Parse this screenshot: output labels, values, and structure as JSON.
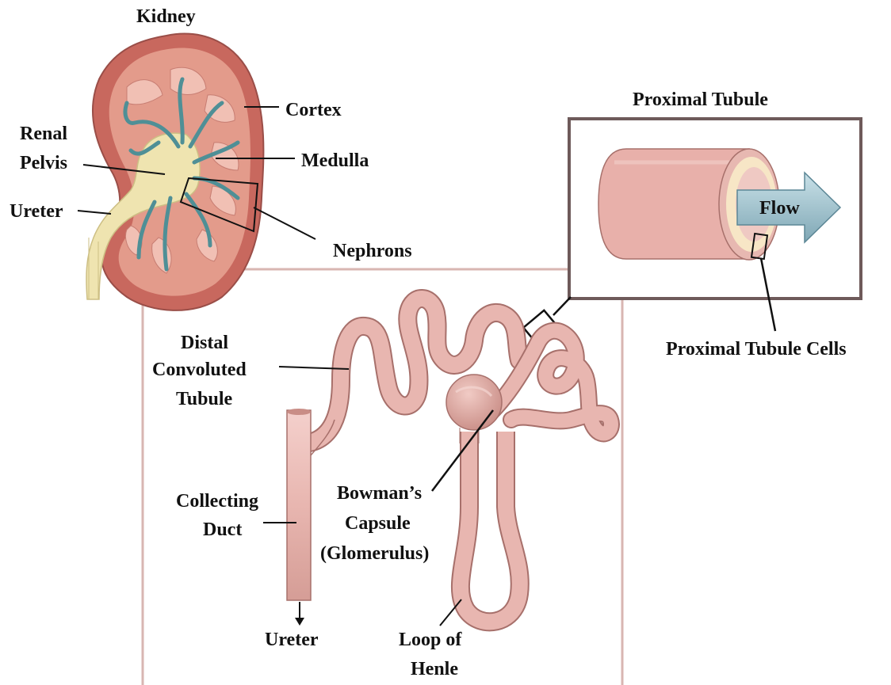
{
  "kidney": {
    "title": "Kidney",
    "labels": {
      "cortex": "Cortex",
      "medulla": "Medulla",
      "renal_pelvis_1": "Renal",
      "renal_pelvis_2": "Pelvis",
      "ureter": "Ureter",
      "nephrons": "Nephrons"
    }
  },
  "proximal_tubule_inset": {
    "title": "Proximal Tubule",
    "flow_label": "Flow",
    "cells_label": "Proximal Tubule Cells"
  },
  "nephron": {
    "labels": {
      "distal_1": "Distal",
      "distal_2": "Convoluted",
      "distal_3": "Tubule",
      "collecting_1": "Collecting",
      "collecting_2": "Duct",
      "bowman_1": "Bowman’s",
      "bowman_2": "Capsule",
      "bowman_3": "(Glomerulus)",
      "ureter": "Ureter",
      "loop_1": "Loop of",
      "loop_2": "Henle"
    }
  },
  "colors": {
    "kidney_outer": "#c8685e",
    "kidney_inner": "#e39b8b",
    "pelvis": "#efe4b0",
    "vessel": "#4f8f96",
    "tubule": "#e7b7b2",
    "tubule_edge": "#a7706b",
    "panel_border": "#d8b6b2",
    "inset_border": "#6e5a5a",
    "flow_arrow": "#9fc3cf"
  }
}
